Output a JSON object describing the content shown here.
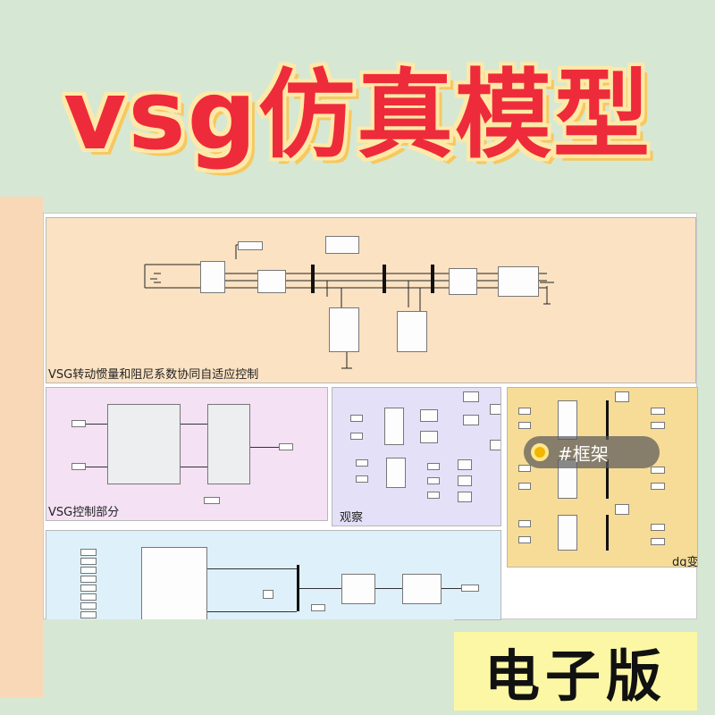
{
  "title": "vsg仿真模型",
  "panels": {
    "top": {
      "label": "VSG转动惯量和阻尼系数协同自适应控制"
    },
    "control": {
      "label": "VSG控制部分"
    },
    "observe": {
      "label": "观察"
    },
    "dq": {
      "label": "dq变"
    }
  },
  "overlay_tag": {
    "label": "#框架"
  },
  "badge": {
    "label": "电子版"
  },
  "icons": [
    "tag-icon"
  ],
  "colors": {
    "title_red": "#ee2b3a",
    "title_outline": "#ffe9a8",
    "background": "#d6e8d3",
    "badge_yellow": "#fbf7a4"
  }
}
